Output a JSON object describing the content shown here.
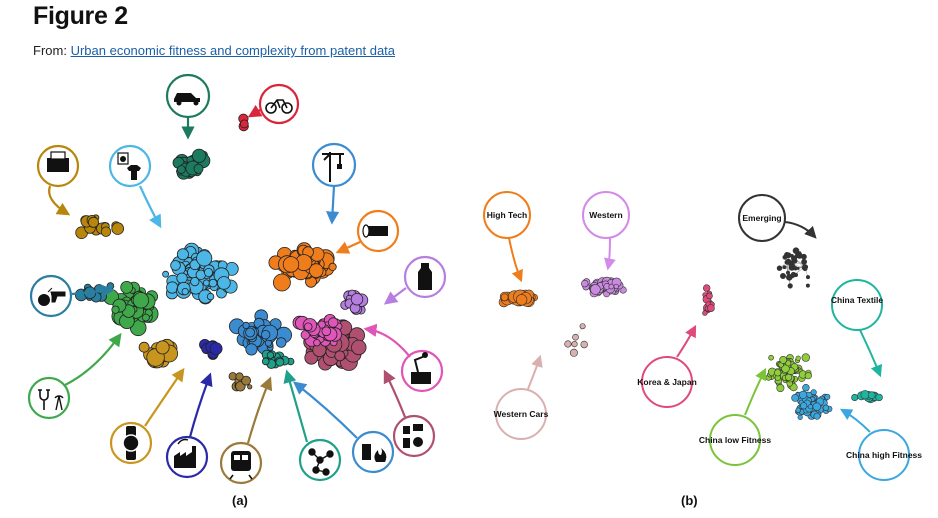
{
  "figure": {
    "title": "Figure 2",
    "source_prefix": "From:",
    "source_link": "Urban economic fitness and complexity from patent data"
  },
  "panel_a": {
    "caption": "(a)",
    "icons": [
      {
        "name": "car-icon",
        "color": "#1c7a5f"
      },
      {
        "name": "bicycle-icon",
        "color": "#d9263a"
      },
      {
        "name": "printer-icon",
        "color": "#b8860b"
      },
      {
        "name": "washing-machine-shirt-icon",
        "color": "#4cb6e6"
      },
      {
        "name": "crane-icon",
        "color": "#3b8bd0"
      },
      {
        "name": "fabric-roll-icon",
        "color": "#f07d1c"
      },
      {
        "name": "bottle-icon",
        "color": "#b57ee0"
      },
      {
        "name": "bomb-gun-icon",
        "color": "#2a7ea0"
      },
      {
        "name": "chemistry-lab-icon",
        "color": "#e055b8"
      },
      {
        "name": "plug-antenna-icon",
        "color": "#3fa84a"
      },
      {
        "name": "watch-icon",
        "color": "#c8961e"
      },
      {
        "name": "factory-icon",
        "color": "#2a2aa8"
      },
      {
        "name": "train-icon",
        "color": "#9a7a3a"
      },
      {
        "name": "molecule-icon",
        "color": "#1ea08a"
      },
      {
        "name": "fire-canister-icon",
        "color": "#3b8bd0"
      },
      {
        "name": "food-products-icon",
        "color": "#b05070"
      }
    ]
  },
  "panel_b": {
    "caption": "(b)",
    "callouts": [
      {
        "label": "High Tech",
        "color": "#f07d1c"
      },
      {
        "label": "Western",
        "color": "#d48ae8"
      },
      {
        "label": "Emerging",
        "color": "#333333"
      },
      {
        "label": "China Textile",
        "color": "#1eb5a0"
      },
      {
        "label": "Korea & Japan",
        "color": "#e04a7a"
      },
      {
        "label": "Western Cars",
        "color": "#d9b0b0"
      },
      {
        "label": "China low Fitness",
        "color": "#7ac43a"
      },
      {
        "label": "China high Fitness",
        "color": "#3aa8e0"
      }
    ]
  }
}
